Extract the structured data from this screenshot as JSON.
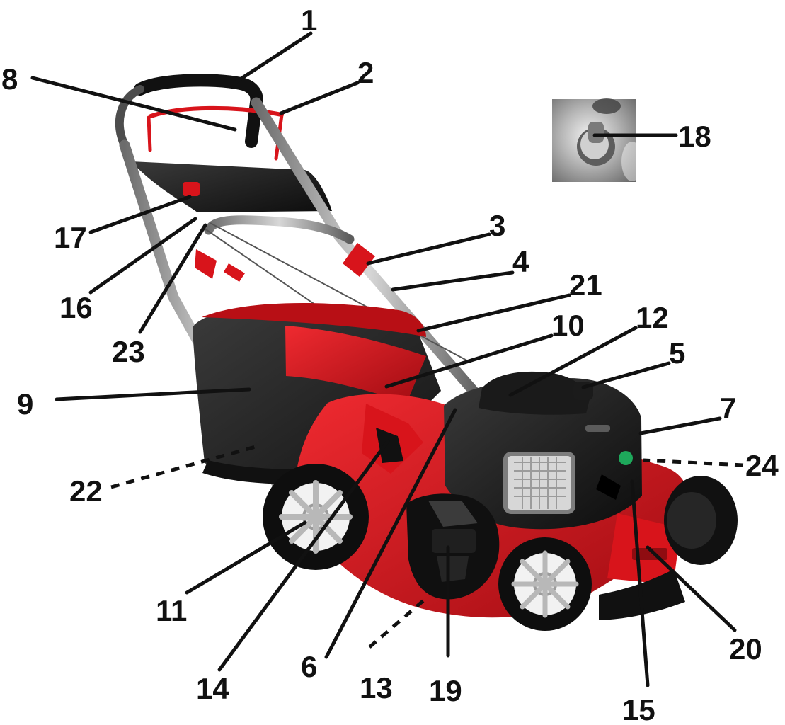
{
  "figure": {
    "subject": "Lawn mower parts overview with numbered callouts",
    "callouts": [
      {
        "id": "1",
        "label": "1"
      },
      {
        "id": "2",
        "label": "2"
      },
      {
        "id": "3",
        "label": "3"
      },
      {
        "id": "4",
        "label": "4"
      },
      {
        "id": "5",
        "label": "5"
      },
      {
        "id": "6",
        "label": "6"
      },
      {
        "id": "7",
        "label": "7"
      },
      {
        "id": "8",
        "label": "8"
      },
      {
        "id": "9",
        "label": "9"
      },
      {
        "id": "10",
        "label": "10"
      },
      {
        "id": "11",
        "label": "11"
      },
      {
        "id": "12",
        "label": "12"
      },
      {
        "id": "13",
        "label": "13"
      },
      {
        "id": "14",
        "label": "14"
      },
      {
        "id": "15",
        "label": "15"
      },
      {
        "id": "16",
        "label": "16"
      },
      {
        "id": "17",
        "label": "17"
      },
      {
        "id": "18",
        "label": "18"
      },
      {
        "id": "19",
        "label": "19"
      },
      {
        "id": "20",
        "label": "20"
      },
      {
        "id": "21",
        "label": "21"
      },
      {
        "id": "22",
        "label": "22"
      },
      {
        "id": "23",
        "label": "23"
      },
      {
        "id": "24",
        "label": "24"
      }
    ]
  },
  "colors": {
    "body_red": "#d8141b",
    "dark_red": "#9f0d12",
    "black": "#111111",
    "charcoal": "#2b2b2b",
    "gray": "#8f8f8f",
    "light_gray": "#d9d9d9",
    "white": "#ffffff"
  }
}
